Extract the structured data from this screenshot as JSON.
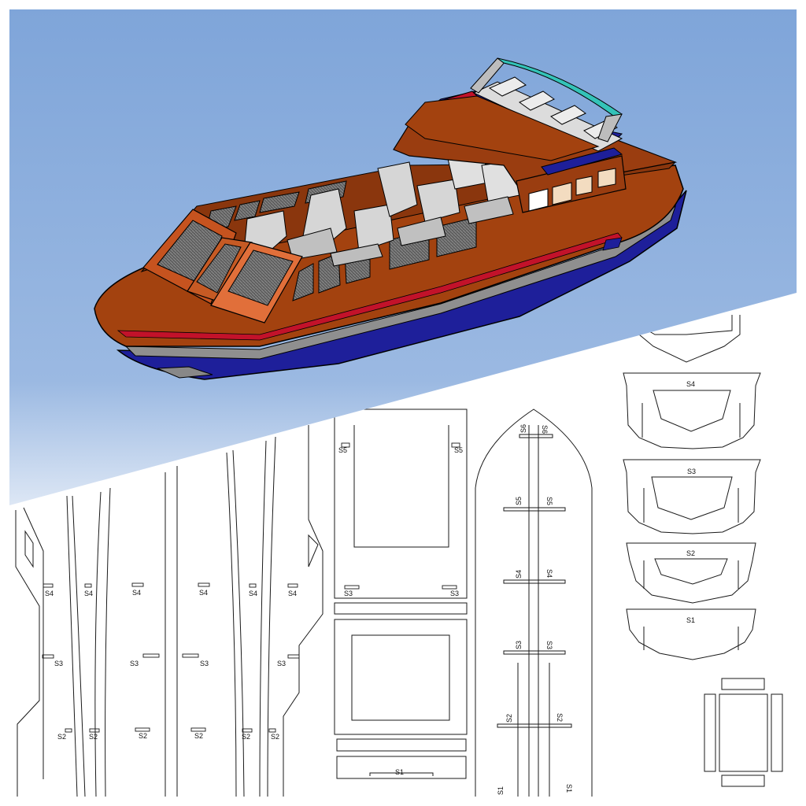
{
  "image": {
    "kind": "boat model render with laser-cut parts sheet",
    "colors": {
      "sky_top": "#7fa5d9",
      "sky_bottom": "#c5d6ee",
      "hull_blue": "#1e1f9a",
      "deck_brown": "#9a3d10",
      "cabin_orange": "#c6531f",
      "seat_grey": "#d6d6d6",
      "stripe_red": "#c2122a",
      "roof_teal": "#34c3b8"
    }
  },
  "labels": {
    "s1": "S1",
    "s2": "S2",
    "s3": "S3",
    "s4": "S4",
    "s5": "S5",
    "s6": "S6"
  },
  "strips": [
    {
      "id": "strip-1",
      "labels": [
        "S4",
        "S3",
        "S2"
      ]
    },
    {
      "id": "strip-2",
      "labels": [
        "S4",
        "S2"
      ]
    },
    {
      "id": "strip-3",
      "labels": [
        "S4",
        "S3",
        "S2"
      ]
    },
    {
      "id": "strip-4",
      "labels": [
        "S4",
        "S3",
        "S2"
      ]
    },
    {
      "id": "strip-5",
      "labels": [
        "S4",
        "S2"
      ]
    },
    {
      "id": "strip-6",
      "labels": [
        "S4",
        "S3",
        "S2"
      ]
    }
  ],
  "deck_plate": {
    "labels": [
      "S5",
      "S5",
      "S3",
      "S3",
      "S1"
    ]
  },
  "keel": {
    "labels": [
      "S6",
      "S6",
      "S5",
      "S5",
      "S4",
      "S4",
      "S3",
      "S3",
      "S2",
      "S2",
      "S1",
      "S1"
    ]
  },
  "bulkheads": [
    "S4",
    "S3",
    "S2",
    "S1"
  ]
}
